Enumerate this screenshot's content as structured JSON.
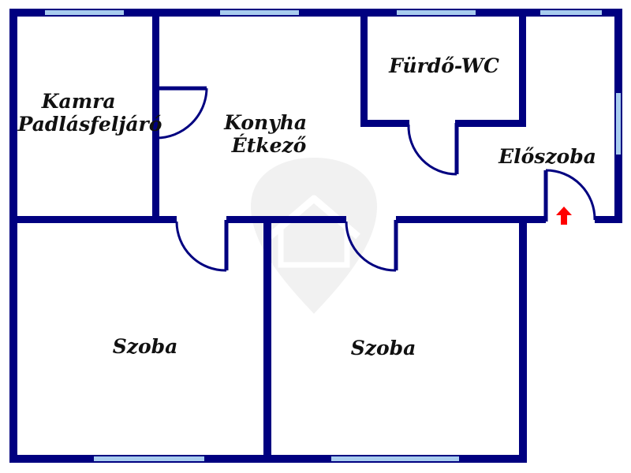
{
  "colors": {
    "wall": "#000080",
    "window": "#a8ccee",
    "entrance_arrow": "#ff0000",
    "watermark": "#f1f1f1",
    "background": "#ffffff"
  },
  "rooms": {
    "kamra": [
      "Kamra",
      "Padlásfeljáró"
    ],
    "konyha": [
      "Konyha",
      "Étkező"
    ],
    "furdo": "Fürdő-WC",
    "eloszoba": "Előszoba",
    "szoba_left": "Szoba",
    "szoba_right": "Szoba"
  },
  "icons": {
    "entrance": "entrance-arrow-icon",
    "watermark": "watermark-logo-icon"
  }
}
